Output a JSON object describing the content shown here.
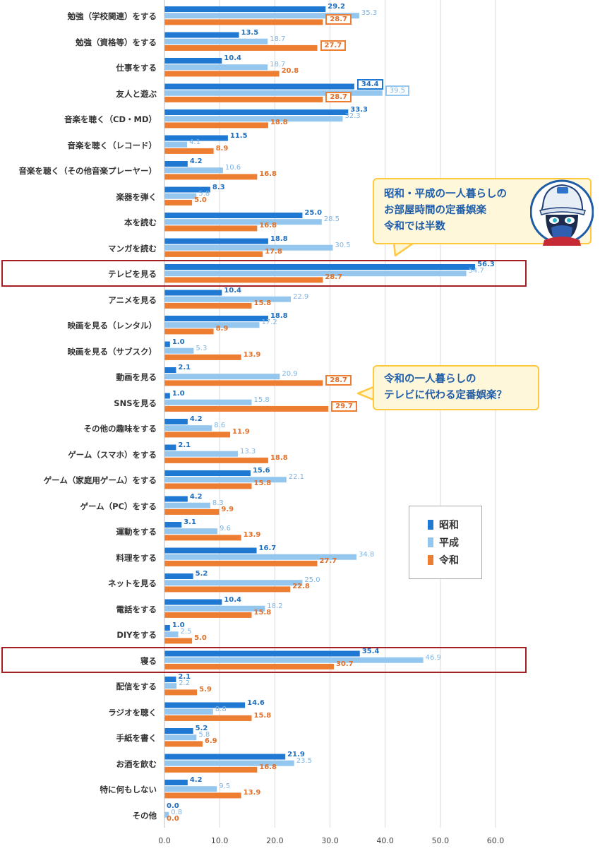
{
  "chart_data": {
    "type": "bar",
    "orientation": "horizontal",
    "categories": [
      "勉強（学校関連）をする",
      "勉強（資格等）をする",
      "仕事をする",
      "友人と遊ぶ",
      "音楽を聴く（CD・MD）",
      "音楽を聴く（レコード）",
      "音楽を聴く（その他音楽プレーヤー）",
      "楽器を弾く",
      "本を読む",
      "マンガを読む",
      "テレビを見る",
      "アニメを見る",
      "映画を見る（レンタル）",
      "映画を見る（サブスク）",
      "動画を見る",
      "SNSを見る",
      "その他の趣味をする",
      "ゲーム（スマホ）をする",
      "ゲーム（家庭用ゲーム）をする",
      "ゲーム（PC）をする",
      "運動をする",
      "料理をする",
      "ネットを見る",
      "電話をする",
      "DIYをする",
      "寝る",
      "配信をする",
      "ラジオを聴く",
      "手紙を書く",
      "お酒を飲む",
      "特に何もしない",
      "その他"
    ],
    "series": [
      {
        "name": "昭和",
        "color": "#1f78d1",
        "values": [
          29.2,
          13.5,
          10.4,
          34.4,
          33.3,
          11.5,
          4.2,
          8.3,
          25.0,
          18.8,
          56.3,
          10.4,
          18.8,
          1.0,
          2.1,
          1.0,
          4.2,
          2.1,
          15.6,
          4.2,
          3.1,
          16.7,
          5.2,
          10.4,
          1.0,
          35.4,
          2.1,
          14.6,
          5.2,
          21.9,
          4.2,
          0.0
        ]
      },
      {
        "name": "平成",
        "color": "#94c6ee",
        "values": [
          35.3,
          18.7,
          18.7,
          39.5,
          32.3,
          4.1,
          10.6,
          5.8,
          28.5,
          30.5,
          54.7,
          22.9,
          17.2,
          5.3,
          20.9,
          15.8,
          8.6,
          13.3,
          22.1,
          8.3,
          9.6,
          34.8,
          25.0,
          18.2,
          2.5,
          46.9,
          2.2,
          8.8,
          5.8,
          23.5,
          9.5,
          0.8
        ]
      },
      {
        "name": "令和",
        "color": "#ed7d31",
        "values": [
          28.7,
          27.7,
          20.8,
          28.7,
          18.8,
          8.9,
          16.8,
          5.0,
          16.8,
          17.8,
          28.7,
          15.8,
          8.9,
          13.9,
          28.7,
          29.7,
          11.9,
          18.8,
          15.8,
          9.9,
          13.9,
          27.7,
          22.8,
          15.8,
          5.0,
          30.7,
          5.9,
          15.8,
          6.9,
          16.8,
          13.9,
          0.0
        ]
      }
    ],
    "xlim": [
      0,
      60
    ],
    "xticks": [
      "0.0",
      "10.0",
      "20.0",
      "30.0",
      "40.0",
      "50.0",
      "60.0"
    ],
    "grid": true,
    "legend_position": "right-middle",
    "boxed_values": [
      {
        "category_index": 0,
        "series_index": 2
      },
      {
        "category_index": 1,
        "series_index": 2
      },
      {
        "category_index": 3,
        "series_index": 0
      },
      {
        "category_index": 3,
        "series_index": 1
      },
      {
        "category_index": 3,
        "series_index": 2
      },
      {
        "category_index": 14,
        "series_index": 2
      },
      {
        "category_index": 15,
        "series_index": 2
      }
    ],
    "highlighted_categories": [
      10,
      25
    ]
  },
  "callouts": {
    "top": {
      "lines": [
        "昭和・平成の一人暮らしの",
        "お部屋時間の定番娯楽",
        "令和では半数"
      ]
    },
    "middle": {
      "lines": [
        "令和の一人暮らしの",
        "テレビに代わる定番娯楽？"
      ]
    }
  },
  "colors": {
    "showa": "#1f78d1",
    "heisei": "#94c6ee",
    "reiwa": "#ed7d31",
    "highlight_border": "#a31f24",
    "callout_border": "#ffc83d",
    "callout_fill": "#fff7da",
    "callout_text": "#1e5ca8"
  },
  "mascot": {
    "icon": "mascot-character-icon"
  }
}
